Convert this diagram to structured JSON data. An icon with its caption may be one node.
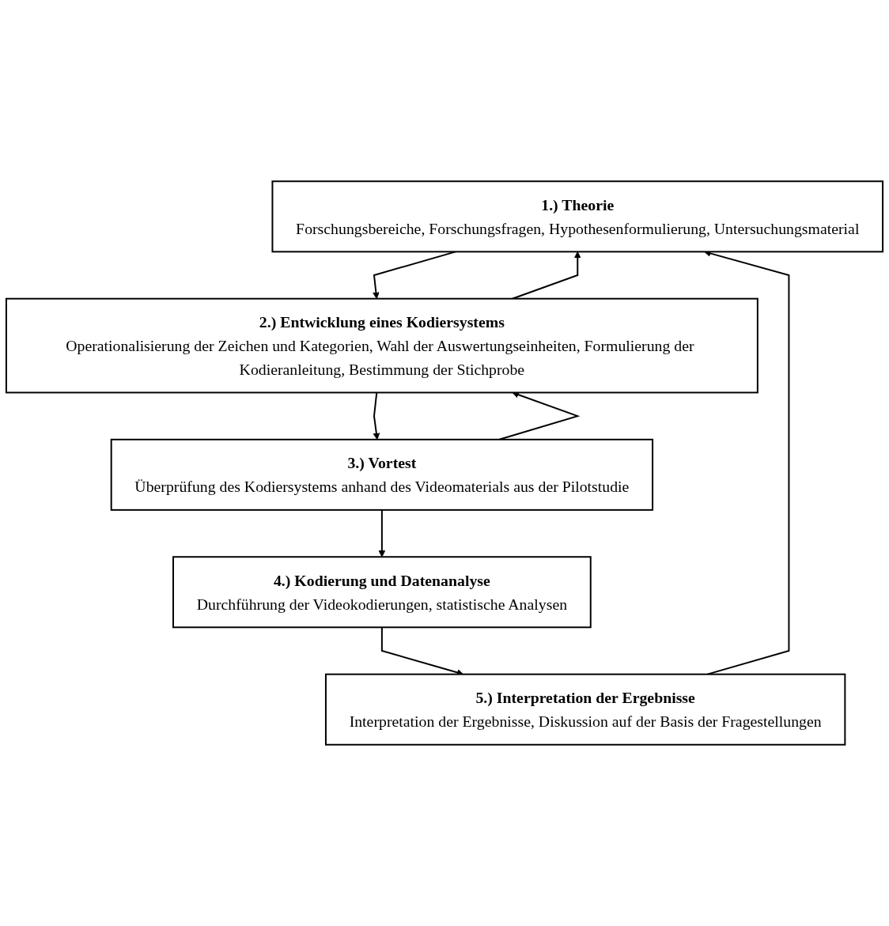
{
  "diagram": {
    "nodes": [
      {
        "text": [
          "1.) Theorie",
          "Forschungsbereiche, Forschungsfragen, Hypothesenformulierung, Untersuchungsmaterial"
        ]
      },
      {
        "text": [
          "2.) Entwicklung eines Kodiersystems",
          "Operationalisierung der Zeichen und Kategorien, Wahl der Auswertungseinheiten, Formulierung der Kodieranleitung, Bestimmung der Stichprobe"
        ]
      },
      {
        "text": [
          "3.) Vortest",
          "Überprüfung des Kodiersystems anhand des Videomaterials aus der Pilotstudie"
        ]
      },
      {
        "text": [
          "4.) Kodierung und Datenanalyse",
          "Durchführung der Videokodierungen, statistische Analysen"
        ]
      },
      {
        "text": [
          "5.) Interpretation der Ergebnisse",
          "Interpretation der Ergebnisse, Diskussion auf der Basis der Fragestellungen"
        ]
      }
    ],
    "edges": [
      {
        "from": 0,
        "to": 1,
        "arrow": "to"
      },
      {
        "from": 1,
        "to": 0,
        "arrow": "to"
      },
      {
        "from": 1,
        "to": 2,
        "arrow": "to"
      },
      {
        "from": 2,
        "to": 1,
        "arrow": "to"
      },
      {
        "from": 2,
        "to": 3,
        "arrow": "to"
      },
      {
        "from": 3,
        "to": 4,
        "arrow": "to"
      },
      {
        "from": 4,
        "to": 0,
        "arrow": "to"
      }
    ]
  }
}
